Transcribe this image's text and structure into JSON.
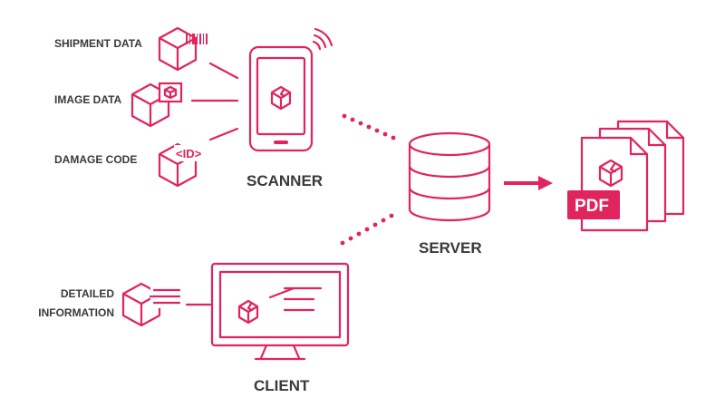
{
  "nodes": {
    "scanner": "SCANNER",
    "server": "SERVER",
    "client": "CLIENT"
  },
  "inputs": {
    "shipment": "SHIPMENT DATA",
    "image": "IMAGE DATA",
    "damage": "DAMAGE CODE",
    "detailed_line1": "DETAILED",
    "detailed_line2": "INFORMATION"
  },
  "badges": {
    "id": "<ID>",
    "pdf": "PDF"
  },
  "colors": {
    "accent": "#e0245e",
    "text": "#3a3a3a"
  }
}
